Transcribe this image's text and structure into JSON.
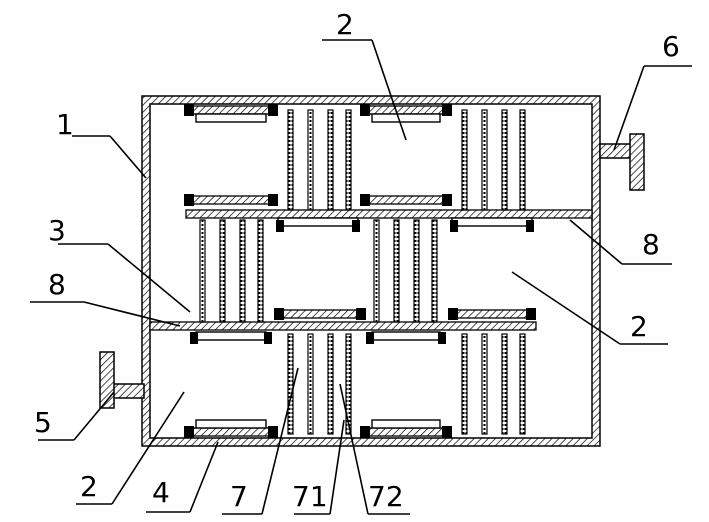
{
  "labels": {
    "l1": "1",
    "l2_top": "2",
    "l2_right": "2",
    "l2_bottom": "2",
    "l3": "3",
    "l4": "4",
    "l5": "5",
    "l6": "6",
    "l7": "7",
    "l8_left": "8",
    "l8_right": "8",
    "l71": "71",
    "l72": "72"
  },
  "colors": {
    "ink": "#000000",
    "paper": "#ffffff"
  }
}
